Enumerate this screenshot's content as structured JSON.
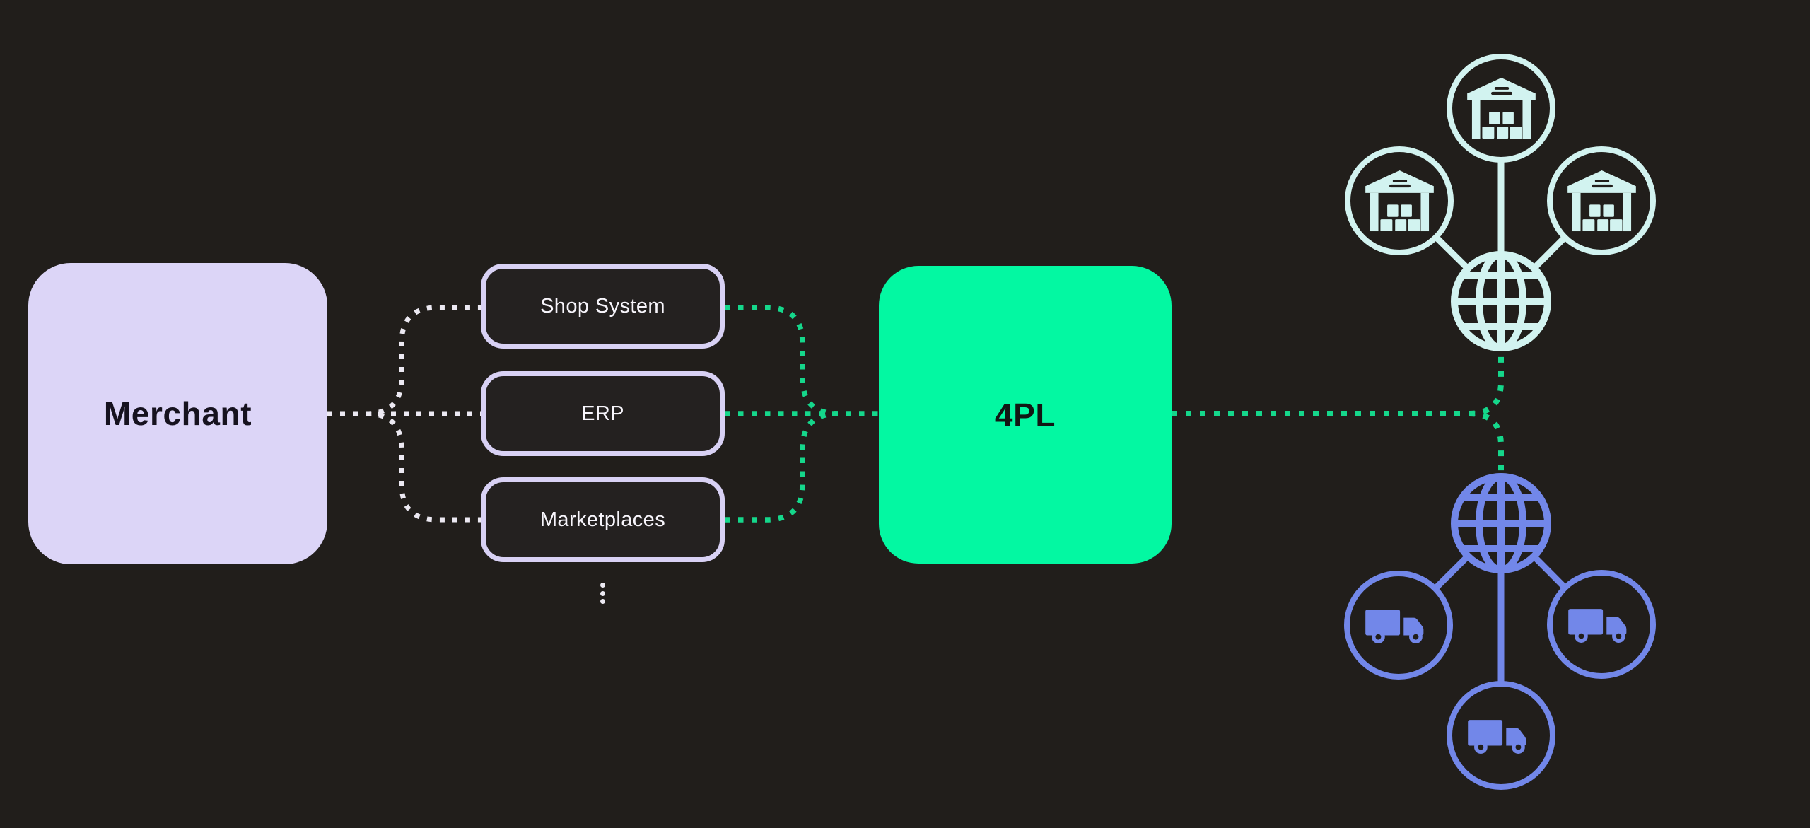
{
  "diagram": {
    "nodes": {
      "merchant": {
        "label": "Merchant"
      },
      "channels": [
        {
          "label": "Shop System"
        },
        {
          "label": "ERP"
        },
        {
          "label": "Marketplaces"
        }
      ],
      "more_channels_indicator": "vertical-ellipsis",
      "fourpl": {
        "label": "4PL"
      }
    },
    "clusters": {
      "warehouse_network": {
        "hub_icon": "globe-icon",
        "node_icon": "warehouse-icon",
        "node_count": 3
      },
      "carrier_network": {
        "hub_icon": "globe-icon",
        "node_icon": "truck-icon",
        "node_count": 3
      }
    },
    "connections": [
      "merchant to channels (white dotted)",
      "channels to 4PL (green dotted)",
      "4PL to warehouse network and carrier network (green dotted)"
    ]
  },
  "colors": {
    "background": "#211e1b",
    "panel_fill": "#242120",
    "lavender": "#dcd5f7",
    "lavender_border": "#d8d1f4",
    "ink_dark": "#16121f",
    "ink_on_green": "#121714",
    "text_light": "#f7f5fb",
    "green": "#03f8a2",
    "green_dot": "#15d78b",
    "white_dot": "#ece9f2",
    "cyan": "#d2f3f0",
    "periwinkle": "#7287e9"
  }
}
